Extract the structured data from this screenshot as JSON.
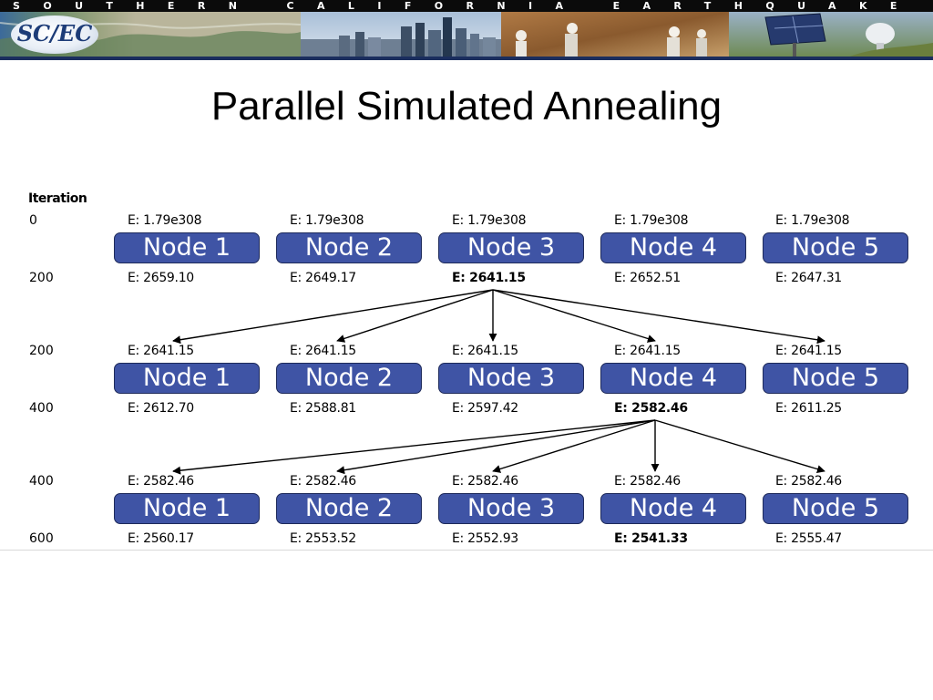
{
  "header": {
    "banner_text": "SOUTHERN CALIFORNIA EARTHQUAKE CENTER",
    "logo_text": "SC/EC"
  },
  "title": "Parallel Simulated Annealing",
  "diagram": {
    "column_header": "Iteration",
    "stages": [
      {
        "start_iteration": "0",
        "end_iteration": "200",
        "start_energies": [
          "E: 1.79e308",
          "E: 1.79e308",
          "E: 1.79e308",
          "E: 1.79e308",
          "E: 1.79e308"
        ],
        "nodes": [
          "Node 1",
          "Node 2",
          "Node 3",
          "Node 4",
          "Node 5"
        ],
        "end_energies": [
          "E: 2659.10",
          "E: 2649.17",
          "E: 2641.15",
          "E: 2652.51",
          "E: 2647.31"
        ],
        "best_index": 2
      },
      {
        "start_iteration": "200",
        "end_iteration": "400",
        "start_energies": [
          "E: 2641.15",
          "E: 2641.15",
          "E: 2641.15",
          "E: 2641.15",
          "E: 2641.15"
        ],
        "nodes": [
          "Node 1",
          "Node 2",
          "Node 3",
          "Node 4",
          "Node 5"
        ],
        "end_energies": [
          "E: 2612.70",
          "E: 2588.81",
          "E: 2597.42",
          "E: 2582.46",
          "E: 2611.25"
        ],
        "best_index": 3
      },
      {
        "start_iteration": "400",
        "end_iteration": "600",
        "start_energies": [
          "E: 2582.46",
          "E: 2582.46",
          "E: 2582.46",
          "E: 2582.46",
          "E: 2582.46"
        ],
        "nodes": [
          "Node 1",
          "Node 2",
          "Node 3",
          "Node 4",
          "Node 5"
        ],
        "end_energies": [
          "E: 2560.17",
          "E: 2553.52",
          "E: 2552.93",
          "E: 2541.33",
          "E: 2555.47"
        ],
        "best_index": 3
      }
    ]
  },
  "colors": {
    "node_fill": "#3f54a5",
    "node_text": "#ffffff",
    "banner_dark": "#0b0b0b",
    "banner_line": "#1b2e5e"
  }
}
